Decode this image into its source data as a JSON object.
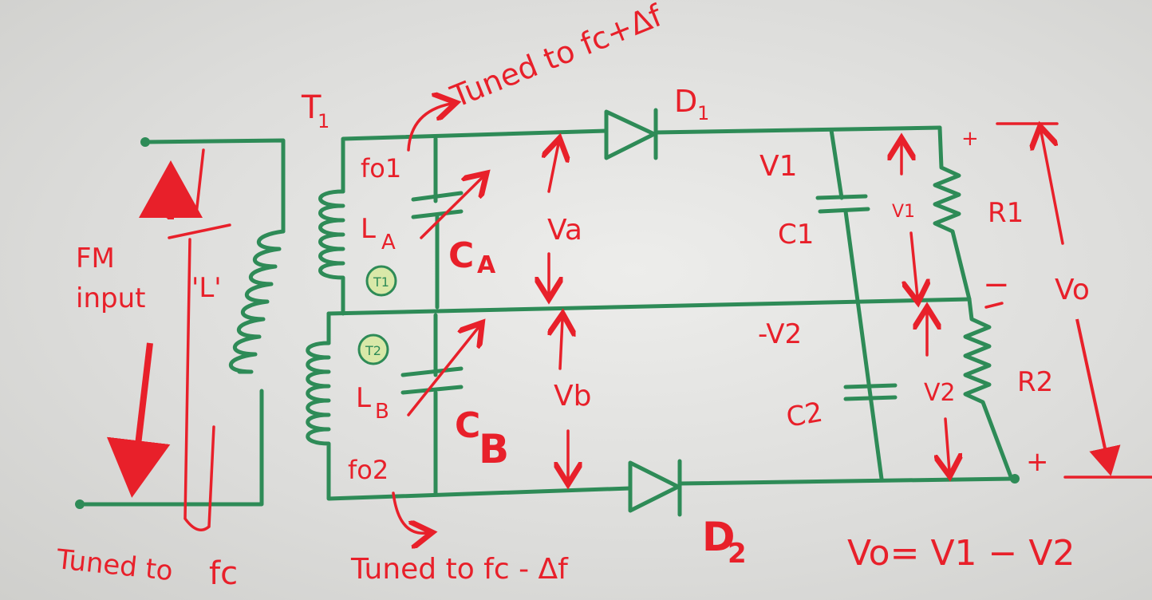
{
  "labels": {
    "transformer": "T",
    "transformer_sub": "1",
    "fm_line1": "FM",
    "fm_line2": "input",
    "inductor_L": "'L'",
    "tuned_fc": "Tuned to",
    "tuned_fc_sym": "fc",
    "tuned_top": "Tuned to fc+Δf",
    "tuned_bottom": "Tuned to fc - Δf",
    "fo1": "fo1",
    "fo2": "fo2",
    "LA": "L",
    "LA_sub": "A",
    "LB": "L",
    "LB_sub": "B",
    "CA": "C",
    "CA_sub": "A",
    "CB": "C",
    "CB_sub": "B",
    "T1_badge": "T1",
    "T2_badge": "T2",
    "Va": "Va",
    "Vb": "Vb",
    "D1": "D",
    "D1_sub": "1",
    "D2": "D",
    "D2_sub": "2",
    "V1_node": "V1",
    "neg_V2": "-V2",
    "C1": "C1",
    "C2": "C2",
    "v1_small": "V1",
    "v2_small": "V2",
    "R1": "R1",
    "R2": "R2",
    "plus_top": "+",
    "minus_mid": "−",
    "plus_bottom": "+",
    "Vo": "Vo",
    "equation": "Vo= V1 − V2"
  },
  "colors": {
    "ink_red": "#e8202a",
    "ink_green": "#2e8b57",
    "badge_fill": "#d9e8a8",
    "board": "#e4e4e2"
  }
}
